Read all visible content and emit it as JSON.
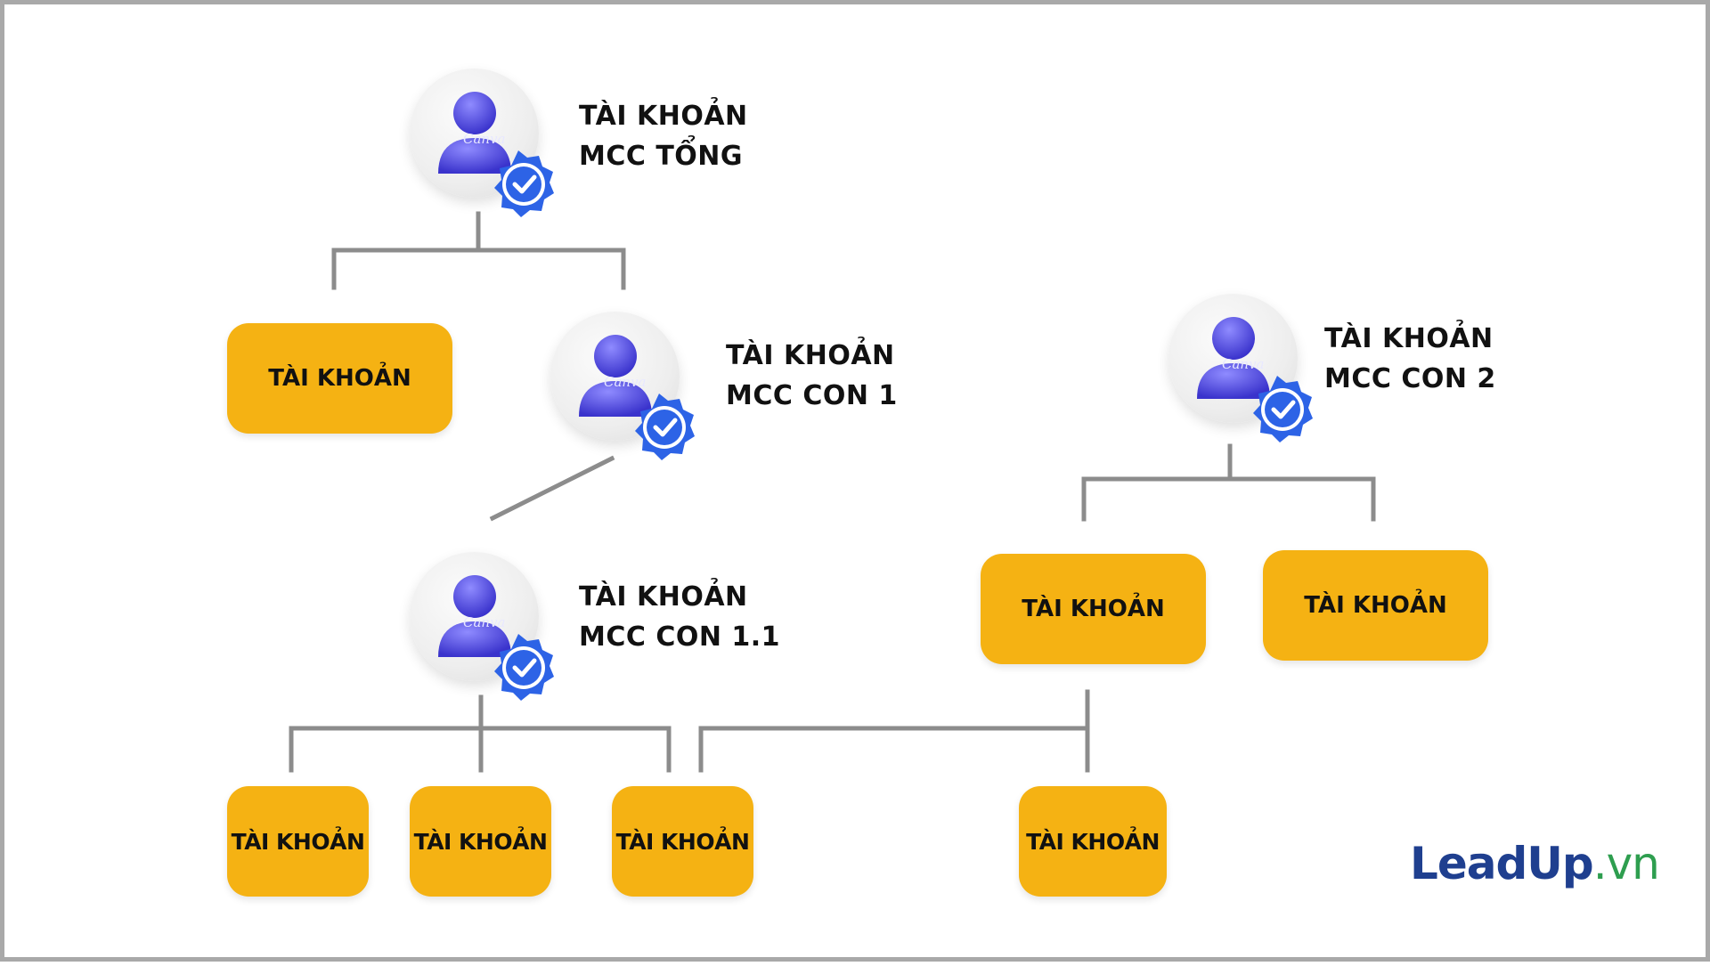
{
  "nodes": {
    "mcc_total": {
      "line1": "TÀI KHOẢN",
      "line2": "MCC TỔNG"
    },
    "mcc_con_1": {
      "line1": "TÀI KHOẢN",
      "line2": "MCC CON 1"
    },
    "mcc_con_2": {
      "line1": "TÀI KHOẢN",
      "line2": "MCC CON 2"
    },
    "mcc_con_1_1": {
      "line1": "TÀI KHOẢN",
      "line2": "MCC CON 1.1"
    }
  },
  "accounts": {
    "label": "TÀI KHOẢN"
  },
  "avatar": {
    "watermark": "Canva"
  },
  "colors": {
    "account_box": "#f5b213",
    "connector": "#8c8c8c",
    "avatar_figure": "#4a43e0",
    "badge": "#2d63e6",
    "brand_blue": "#1f3f8f",
    "brand_green": "#2e9e4f"
  },
  "brand": {
    "name": "LeadUp",
    "domain": ".vn"
  }
}
